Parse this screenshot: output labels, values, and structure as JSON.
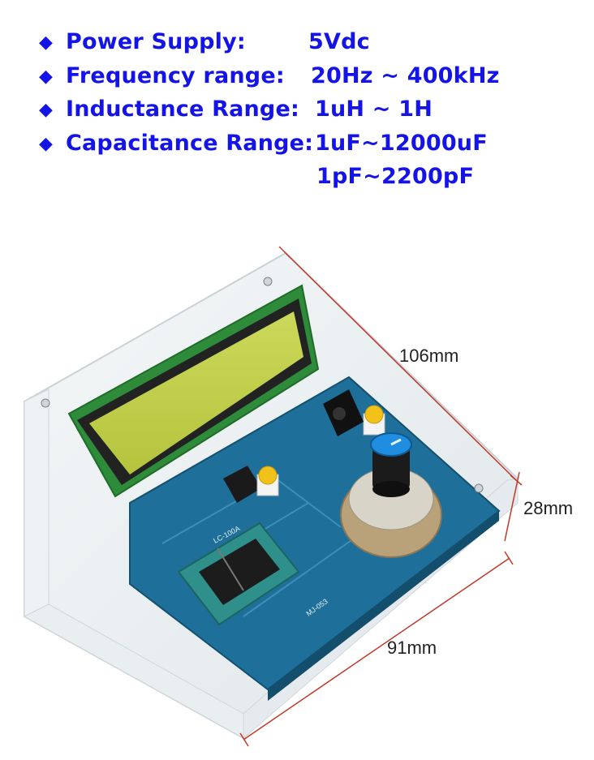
{
  "specs": [
    {
      "label": "Power Supply:",
      "value": "5Vdc"
    },
    {
      "label": "Frequency range:",
      "value": "20Hz ~ 400kHz"
    },
    {
      "label": "Inductance Range:",
      "value": "1uH ~ 1H"
    },
    {
      "label": "Capacitance Range:",
      "value": "1uF~12000uF"
    },
    {
      "label": "",
      "value": "1pF~2200pF"
    }
  ],
  "dimensions": {
    "length": "106mm",
    "height": "28mm",
    "width": "91mm"
  },
  "pcb_text": {
    "model": "LC-100A",
    "board": "MJ-053"
  },
  "colors": {
    "spec_text": "#1414e8",
    "lcd": "#c4d24a",
    "pcb": "#1e6f9a",
    "dimension_line": "#c0392b",
    "knob_cap": "#1f8ee0"
  }
}
